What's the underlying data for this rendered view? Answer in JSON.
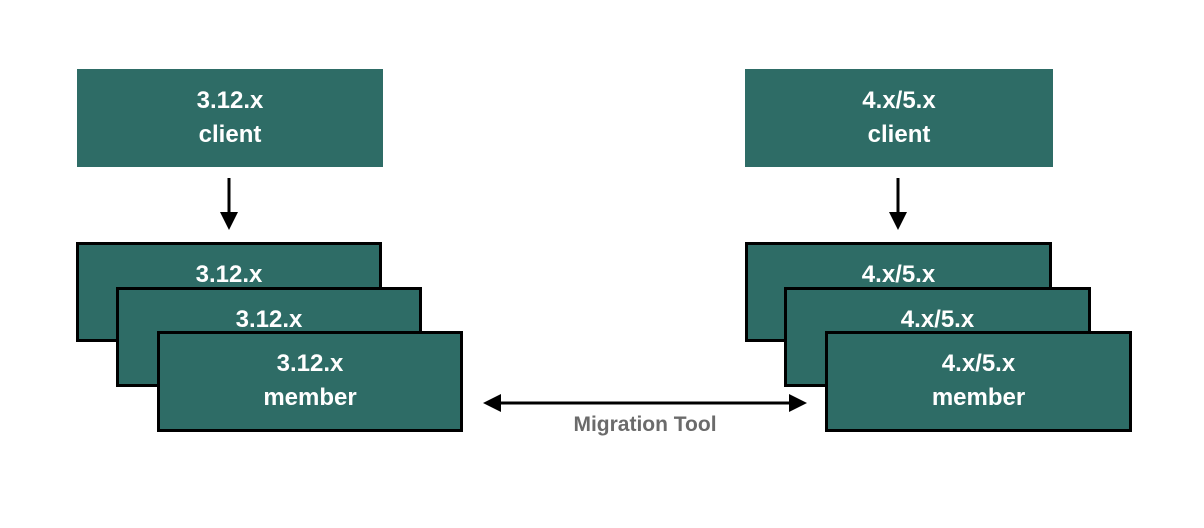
{
  "colors": {
    "box_fill": "#2E6C66",
    "box_border": "#000000",
    "arrow": "#000000",
    "label_gray": "#6B6B6B",
    "box_text": "#FFFFFF",
    "background": "#FFFFFF"
  },
  "left": {
    "client": {
      "line1": "3.12.x",
      "line2": "client"
    },
    "stack": {
      "back_label": "3.12.x",
      "middle_label": "3.12.x",
      "front_line1": "3.12.x",
      "front_line2": "member"
    }
  },
  "right": {
    "client": {
      "line1": "4.x/5.x",
      "line2": "client"
    },
    "stack": {
      "back_label": "4.x/5.x",
      "middle_label": "4.x/5.x",
      "front_line1": "4.x/5.x",
      "front_line2": "member"
    }
  },
  "migration": {
    "label": "Migration Tool"
  }
}
